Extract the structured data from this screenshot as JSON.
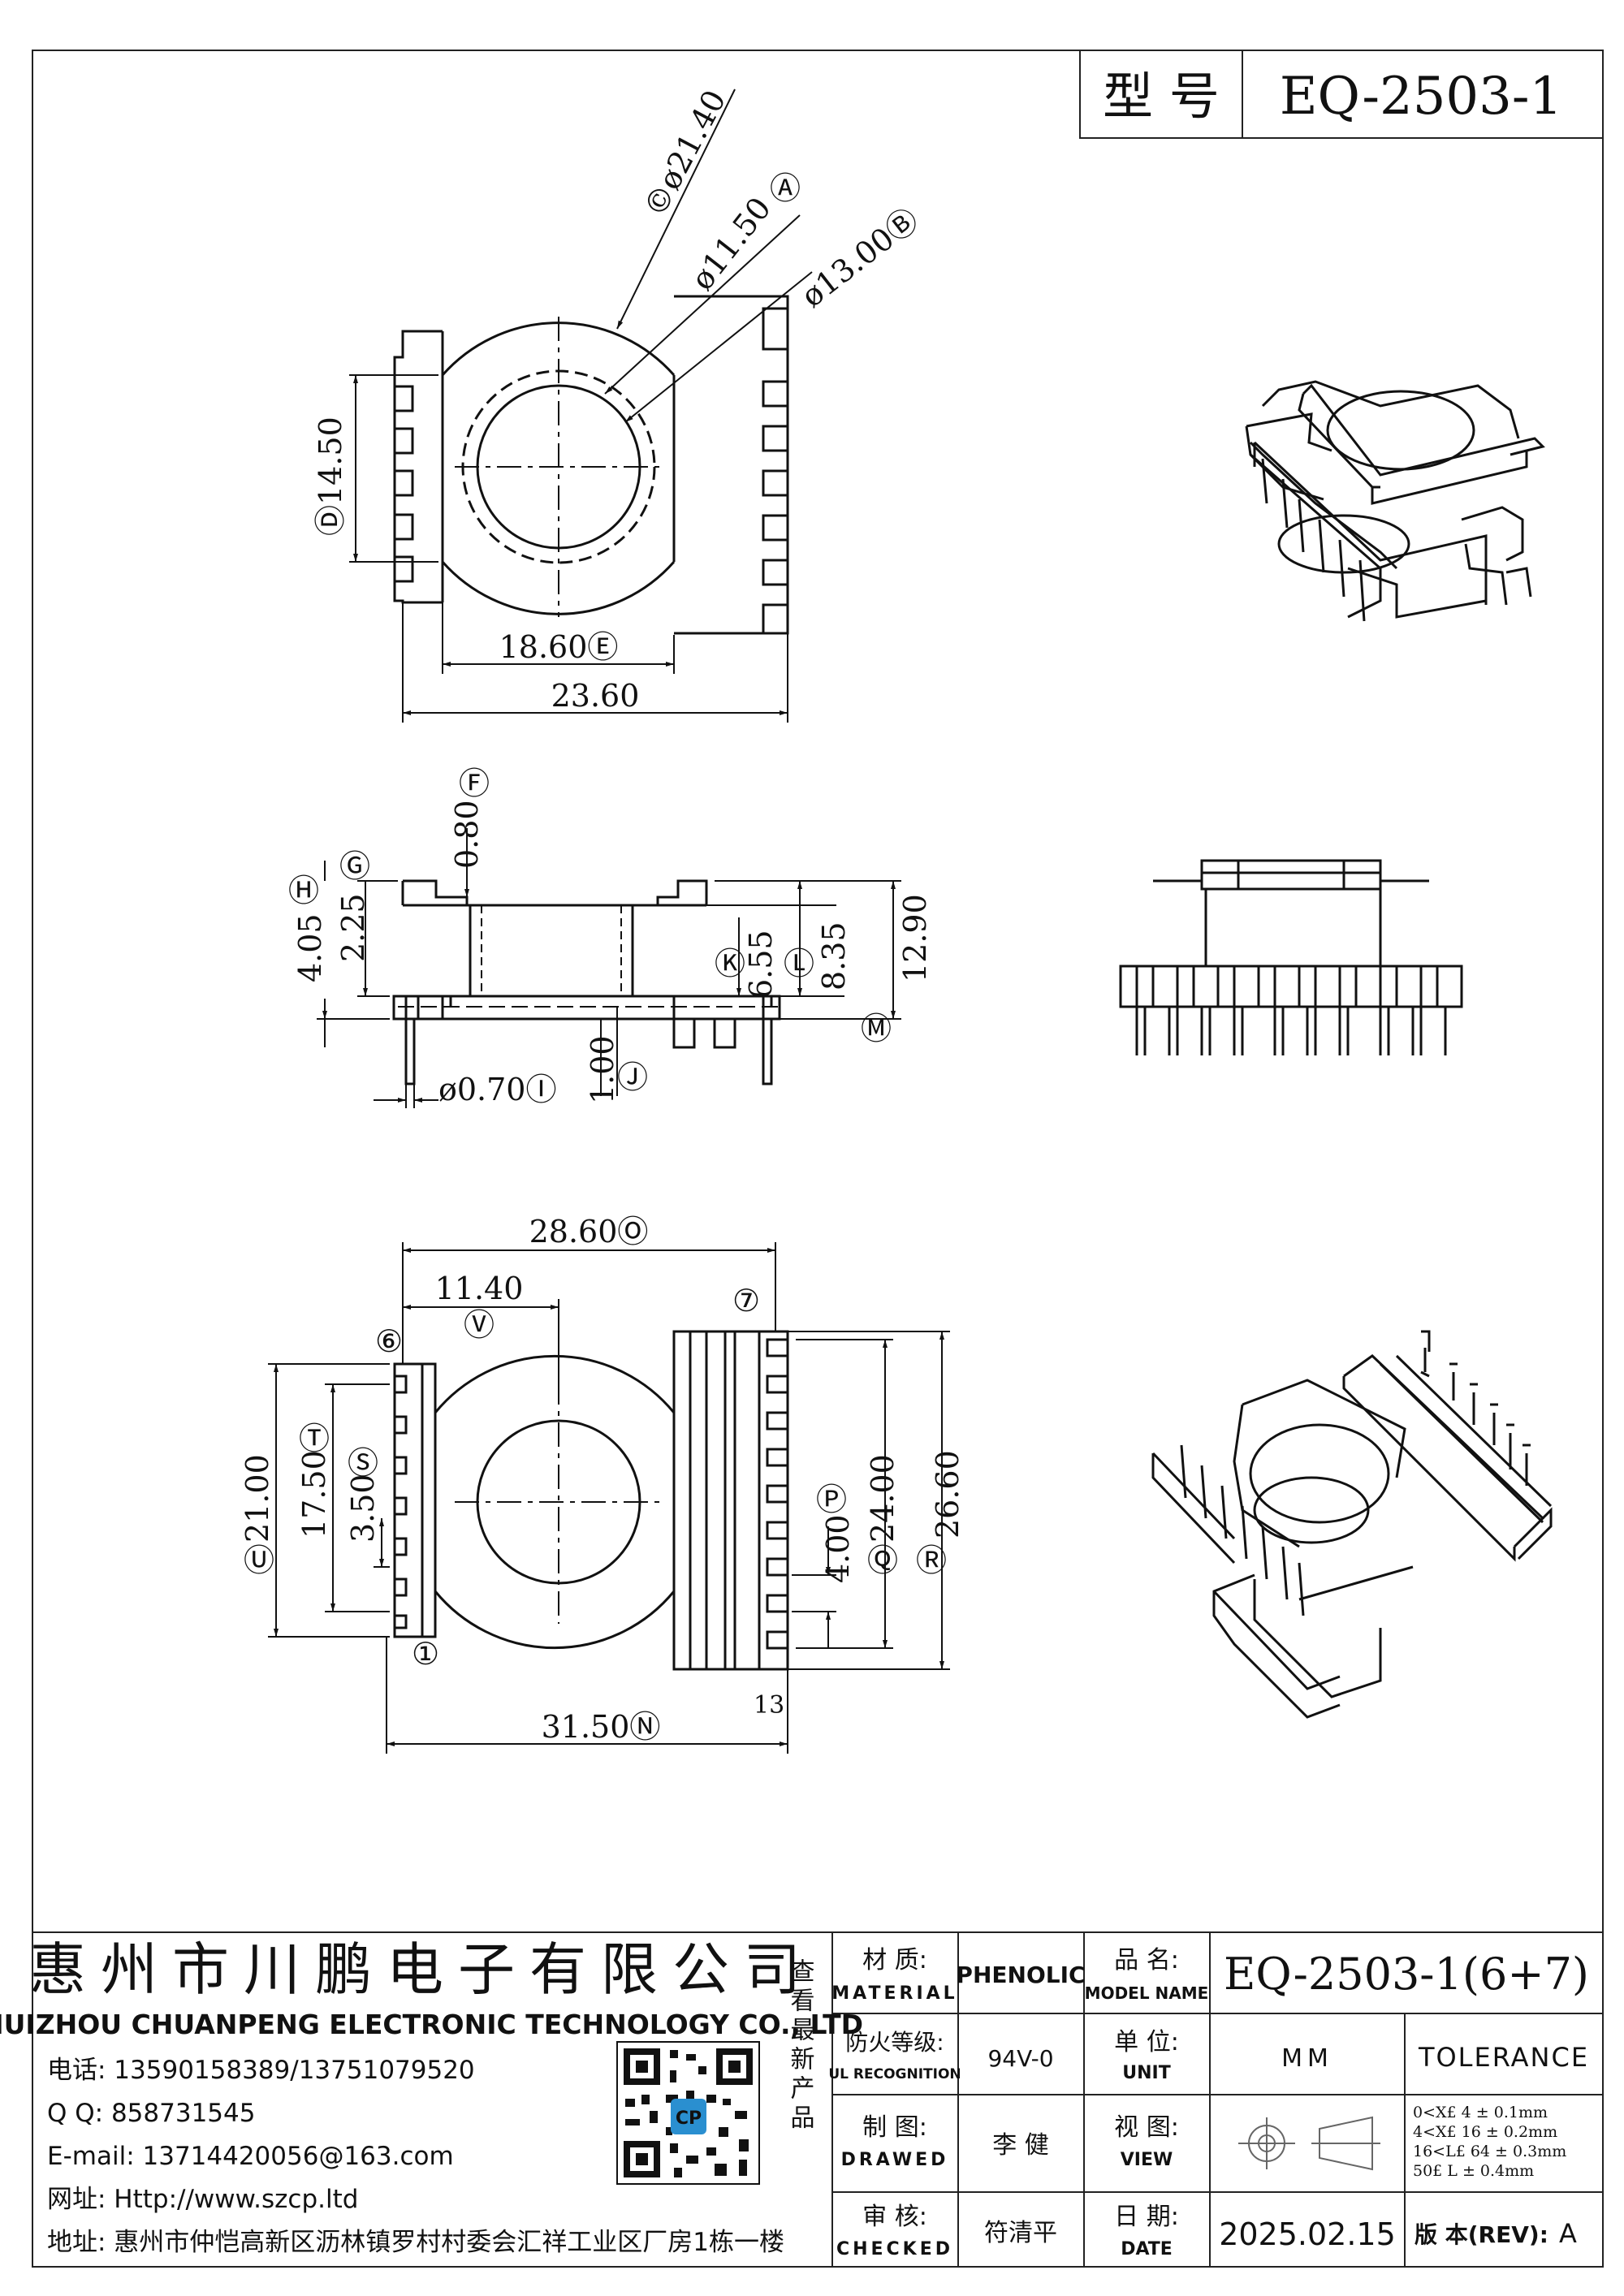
{
  "model_box": {
    "label": "型 号",
    "value": "EQ-2503-1"
  },
  "views": {
    "top": {
      "dims": {
        "d_c": "©ø21.40",
        "a": "Ⓐ",
        "d_a": "ø11.50",
        "d_b": "ø13.00Ⓑ",
        "d_d": "Ⓓ14.50",
        "e": "18.60Ⓔ",
        "w": "23.60"
      }
    },
    "side": {
      "dims": {
        "f": "Ⓕ",
        "f_val": "0.80",
        "g": "Ⓖ",
        "g_val": "2.25",
        "h": "Ⓗ",
        "h_val": "4.05",
        "k": "Ⓚ",
        "k_val": "6.55",
        "l": "Ⓛ",
        "l_val": "8.35",
        "m": "Ⓜ",
        "m_val": "12.90",
        "i": "ø0.70Ⓘ",
        "j_val": "1.00",
        "j": "Ⓙ"
      }
    },
    "bottom": {
      "dims": {
        "o": "28.60Ⓞ",
        "v_val": "11.40",
        "v": "Ⓥ",
        "pin6": "⑥",
        "pin7": "⑦",
        "pin1": "①",
        "pin13": "13",
        "t": "Ⓣ",
        "t_val": "17.50",
        "s": "Ⓢ",
        "s_val": "3.50",
        "u": "Ⓤ",
        "u_val": "21.00",
        "p": "Ⓟ",
        "p_val": "4.00",
        "q": "Ⓠ",
        "q_val": "24.00",
        "r": "Ⓡ",
        "r_val": "26.60",
        "n": "31.50Ⓝ"
      }
    }
  },
  "company": {
    "name_cn": "惠州市川鹏电子有限公司",
    "name_en": "HUIZHOU CHUANPENG ELECTRONIC TECHNOLOGY CO., LTD",
    "tel": "电话: 13590158389/13751079520",
    "qq": "Q Q:  858731545",
    "email": "E-mail: 13714420056@163.com",
    "web": "网址: Http://www.szcp.ltd",
    "address": "地址: 惠州市仲恺高新区沥林镇罗村村委会汇祥工业区厂房1栋一楼",
    "qr_note": "查看最新产品",
    "qr_logo": "CP"
  },
  "title_block": {
    "material_cn": "材 质:",
    "material_en": "MATERIAL",
    "material_val": "PHENOLIC",
    "model_cn": "品 名:",
    "model_en": "MODEL NAME",
    "model_val": "EQ-2503-1(6+7)",
    "ul_cn": "防火等级:",
    "ul_en": "UL RECOGNITION",
    "ul_val": "94V-0",
    "unit_cn": "单 位:",
    "unit_en": "UNIT",
    "unit_val": "MM",
    "tolerance": "TOLERANCE",
    "drawed_cn": "制 图:",
    "drawed_en": "DRAWED",
    "drawed_val": "李 健",
    "view_cn": "视 图:",
    "view_en": "VIEW",
    "tol_1": "0<X£ 4     ± 0.1mm",
    "tol_2": "4<X£ 16    ± 0.2mm",
    "tol_3": "16<L£ 64   ± 0.3mm",
    "tol_4": "50£ L      ± 0.4mm",
    "checked_cn": "审 核:",
    "checked_en": "CHECKED",
    "checked_val": "符清平",
    "date_cn": "日 期:",
    "date_en": "DATE",
    "date_val": "2025.02.15",
    "rev_label": "版 本(REV):",
    "rev_val": "A"
  }
}
